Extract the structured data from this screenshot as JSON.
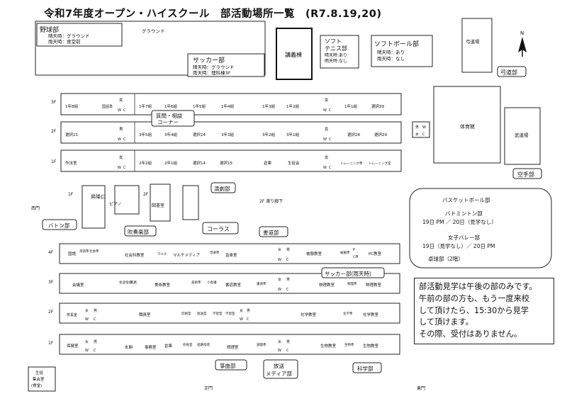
{
  "title": "令和7年度オープン・ハイスクール　部活動場所一覧　(R7.8.19,20)",
  "north": "N",
  "yakyu": {
    "name": "野球部",
    "sunny": "晴天時：グラウンド",
    "rain": "雨天時：食堂前"
  },
  "ground": "グラウンド",
  "soccer_top": {
    "name": "サッカー部",
    "sunny": "晴天時：グラウンド",
    "rain": "雨天時：理科棟3F"
  },
  "kougitou": "講義棟",
  "soft_tennis": {
    "name1": "ソフト",
    "name2": "テニス部",
    "sunny": "晴天時:あり",
    "rain": "雨天時:なし"
  },
  "softball": {
    "name": "ソフトボール部",
    "sunny": "晴天時：あり",
    "rain": "雨天時：なし"
  },
  "kyudojo": "弓道場",
  "kyudo_club": "弓道部",
  "budojo": "武道場",
  "karate": "空手部",
  "gym": "体育館",
  "gym_wc": {
    "m": "男",
    "wc": "W",
    "f": "女",
    "c": "C"
  },
  "gym_clubs": {
    "basket": "バスケットボール部",
    "badminton": "バドミントン部",
    "badminton_time": "19日 PM ／ 20日（見学なし）",
    "volley": "女子バレー部",
    "volley_time": "19日（見学なし）／ 20日 PM",
    "takkyu": "卓球部（2階）"
  },
  "floors": [
    "3F",
    "2F",
    "1F",
    "1F",
    "4F",
    "3F",
    "2F",
    "1F"
  ],
  "north_building": {
    "f3_left": [
      "1年8組",
      "国語準",
      "女",
      "W",
      "C",
      "1年7組",
      "1年6組",
      "1年5組",
      "1年4組"
    ],
    "f3_right": [
      "1年3組",
      "1年2組",
      "女",
      "W",
      "C",
      "1年1組",
      "選択39"
    ],
    "f2_left": [
      "選択21",
      "男",
      "W",
      "C",
      "3年5組",
      "3年4組",
      "選択24",
      "3年3組"
    ],
    "f2_right": [
      "3年2組",
      "3年1組",
      "女",
      "W",
      "C",
      "選択28",
      "選択29"
    ],
    "f1_left": [
      "作法室",
      "女",
      "W",
      "C",
      "2年2組",
      "2年1組",
      "選択14",
      "選択15"
    ],
    "f1_right": [
      "倉庫",
      "生徒会",
      "女",
      "W",
      "C",
      "トレーニング準",
      "トレーニング室"
    ]
  },
  "labels": {
    "question": "質問・相談",
    "corner": "コーナー",
    "engeki": "演劇部",
    "stairs_floor": "2F",
    "corridor": "2F 渡り廊下",
    "pianno": "ピアノ",
    "library": "図書室",
    "kouryou": "昇降口",
    "baton": "バトン部",
    "nishimon": "西門",
    "f1_mid": "1F",
    "suisou": "吹奏楽部",
    "chorus": "コーラス",
    "shodo": "書道部",
    "soccer_rain": "サッカー部(雨天時)",
    "soukyoku": "箏曲部",
    "housou1": "放送",
    "housou2": "メディア部",
    "kagaku": "科学部",
    "seimon": "正門",
    "toumon": "東門",
    "seito1": "生徒",
    "seito2": "集会室",
    "seito3": "(食堂)"
  },
  "south_building": {
    "f4": [
      "国語",
      "英語準",
      "社会準",
      "社会科教室",
      "マルチ",
      "マルチメディア",
      "音楽準",
      "音楽室",
      "女",
      "男",
      "W",
      "C",
      "被服教室",
      "被服準",
      "P",
      "C準",
      "PC教室"
    ],
    "f3": [
      "会議室",
      "生徒指導",
      "進路",
      "美術教室",
      "美術準",
      "小会議",
      "書道教室",
      "書道準",
      "女",
      "男",
      "W",
      "C",
      "物理教室",
      "物理準",
      "物理教室"
    ],
    "f2": [
      "校長室",
      "女",
      "男",
      "W",
      "C",
      "職員室",
      "印刷室",
      "放送室",
      "学習室",
      "学習室",
      "女",
      "男",
      "W",
      "C",
      "化学教室",
      "化学準",
      "化学教室"
    ],
    "f1": [
      "保健室",
      "女",
      "男",
      "W",
      "C",
      "玄関",
      "事務室",
      "倉庫",
      "校長室",
      "進路指導",
      "調理室",
      "調理準",
      "女",
      "男",
      "W",
      "C",
      "生物教室",
      "生物準",
      "生物教室"
    ]
  },
  "notice": [
    "部活動見学は午後の部のみです。",
    "午前の部の方も、もう一度来校",
    "して頂けたら、15:30から見学",
    "して頂けます。",
    "その際、受付はありません。"
  ]
}
